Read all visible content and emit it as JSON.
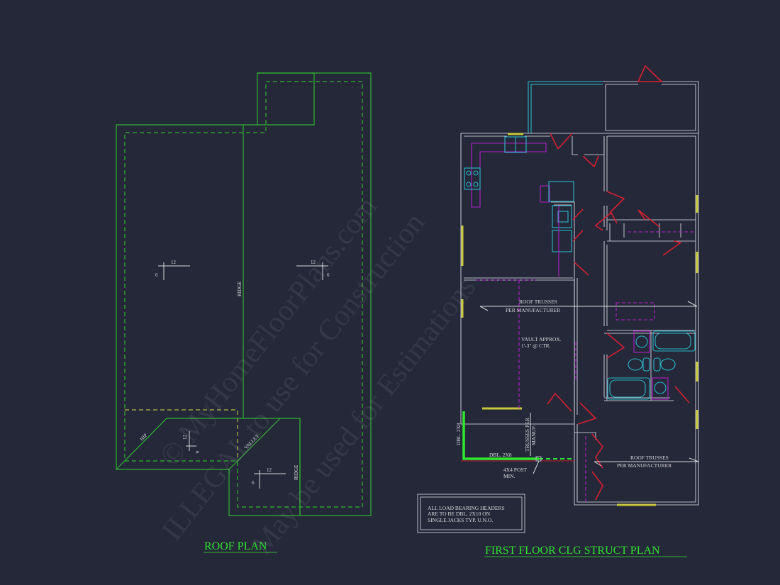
{
  "watermark": {
    "line1": "© MyHomeFloorPlans.com",
    "line2": "ILLEGAL to use for Construction",
    "line3": "May be used for Estimations"
  },
  "roof_plan": {
    "title": "ROOF PLAN",
    "labels": {
      "ridge_main": "RIDGE",
      "ridge_wing": "RIDGE",
      "hip": "HIP",
      "valley": "VALLEY"
    },
    "pitch_symbols": [
      {
        "rise": "6",
        "run": "12"
      },
      {
        "rise": "6",
        "run": "12"
      },
      {
        "rise": "6",
        "run": "12"
      },
      {
        "rise": "6",
        "run": "12"
      }
    ],
    "colors": {
      "roof_line": "#2fb52f",
      "overhang_dashed": "#2fb52f",
      "wall_dashed": "#b8b84a"
    }
  },
  "structural_plan": {
    "title": "FIRST FLOOR CLG STRUCT PLAN",
    "annotations": {
      "roof_trusses_1_line1": "ROOF TRUSSES",
      "roof_trusses_1_line2": "PER MANUFACTURER",
      "vault_line1": "VAULT APPROX.",
      "vault_line2": "1'-3\" @ CTR.",
      "dbl_2x8_vertical": "DBL. 2X8",
      "dbl_2x8_horizontal": "DBL. 2X8",
      "trusses_per_line1": "TRUSSES PER",
      "trusses_per_line2": "MANUF.",
      "post_line1": "4X4 POST",
      "post_line2": "MIN.",
      "roof_trusses_2_line1": "ROOF TRUSSES",
      "roof_trusses_2_line2": "PER MANUFACTURER"
    },
    "note_box": {
      "line1": "ALL LOAD BEARING HEADERS",
      "line2": "ARE TO BE DBL. 2X10 ON",
      "line3": "SINGLE JACKS TYP. U.N.O."
    },
    "colors": {
      "walls": "#b8b8c4",
      "fixtures": "#2ab8c8",
      "cabinets": "#b020c8",
      "doors": "#d42030",
      "windows": "#c8c83a",
      "beam": "#30e830"
    }
  },
  "colors": {
    "background": "#252839",
    "title": "#2fe12f",
    "text": "#d8d8dc"
  }
}
